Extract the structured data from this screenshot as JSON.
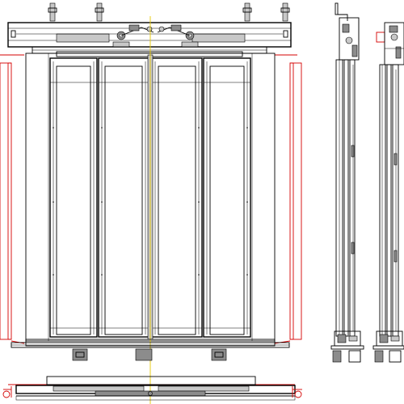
{
  "drawing": {
    "views": [
      "front-elevation",
      "side-section-a",
      "side-section-b",
      "plan-view"
    ],
    "colors": {
      "line": "#000000",
      "highlight_red": "#d40000",
      "centerline_yellow": "#e6c800",
      "fill_gray": "#8c8c8c",
      "background": "#ffffff"
    },
    "door_panel_count": 4
  }
}
